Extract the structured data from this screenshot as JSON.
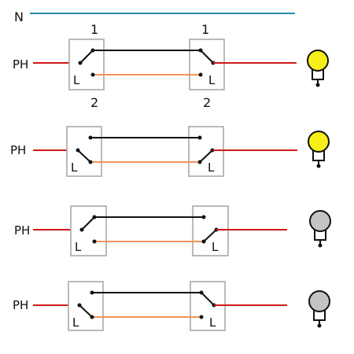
{
  "labels": {
    "neutral": "N",
    "phase": "PH",
    "contact_1": "1",
    "contact_2": "2",
    "common": "L"
  },
  "colors": {
    "neutral_wire": "#1f8fb0",
    "phase_wire": "#d01818",
    "traveler_1": "#111111",
    "traveler_2": "#f0955a",
    "switch_box": "#a8a8a8",
    "lamp_on": "#f8ee18",
    "lamp_off": "#c4c4c4"
  },
  "circuits": [
    {
      "left_switch": 1,
      "right_switch": 1,
      "lamp": "on"
    },
    {
      "left_switch": 2,
      "right_switch": 2,
      "lamp": "on"
    },
    {
      "left_switch": 1,
      "right_switch": 2,
      "lamp": "off"
    },
    {
      "left_switch": 2,
      "right_switch": 1,
      "lamp": "off"
    }
  ]
}
